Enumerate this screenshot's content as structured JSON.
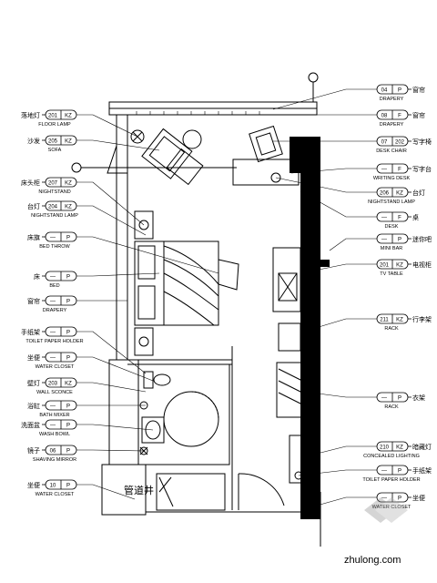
{
  "left_callouts": [
    {
      "cn": "落地灯",
      "code": "201",
      "suffix": "KZ",
      "en": "FLOOR LAMP"
    },
    {
      "cn": "沙发",
      "code": "205",
      "suffix": "KZ",
      "en": "SOFA"
    },
    {
      "cn": "床头柜",
      "code": "207",
      "suffix": "KZ",
      "en": "NIGHTSTAND"
    },
    {
      "cn": "台灯",
      "code": "204",
      "suffix": "KZ",
      "en": "NIGHTSTAND LAMP"
    },
    {
      "cn": "床旗",
      "code": "—",
      "suffix": "P",
      "en": "BED THROW"
    },
    {
      "cn": "床",
      "code": "—",
      "suffix": "P",
      "en": "BED"
    },
    {
      "cn": "窗帘",
      "code": "—",
      "suffix": "P",
      "en": "DRAPERY"
    },
    {
      "cn": "手纸架",
      "code": "—",
      "suffix": "P",
      "en": "TOILET PAPER HOLDER"
    },
    {
      "cn": "坐便",
      "code": "—",
      "suffix": "P",
      "en": "WATER CLOSET"
    },
    {
      "cn": "壁灯",
      "code": "203",
      "suffix": "KZ",
      "en": "WALL SCONCE"
    },
    {
      "cn": "浴缸",
      "code": "—",
      "suffix": "P",
      "en": "BATH MIXER"
    },
    {
      "cn": "洗面盆",
      "code": "—",
      "suffix": "P",
      "en": "WASH BOWL"
    },
    {
      "cn": "镜子",
      "code": "06",
      "suffix": "P",
      "en": "SHAVING MIRROR"
    },
    {
      "cn": "坐便",
      "code": "10",
      "suffix": "P",
      "en": "WATER CLOSET"
    }
  ],
  "right_callouts": [
    {
      "code": "04",
      "suffix": "P",
      "cn": "窗帘",
      "en": "DRAPERY"
    },
    {
      "code": "08",
      "suffix": "F",
      "cn": "窗帘",
      "en": "DRAPERY"
    },
    {
      "code": "07",
      "suffix": "202",
      "cn": "写字椅",
      "en": "DESK CHAIR"
    },
    {
      "code": "—",
      "suffix": "F",
      "cn": "写字台",
      "en": "WRITING DESK"
    },
    {
      "code": "206",
      "suffix": "KZ",
      "cn": "台灯",
      "en": "NIGHTSTAND LAMP"
    },
    {
      "code": "—",
      "suffix": "F",
      "cn": "桌",
      "en": "DESK"
    },
    {
      "code": "—",
      "suffix": "P",
      "cn": "迷你吧",
      "en": "MINI BAR"
    },
    {
      "code": "201",
      "suffix": "KZ",
      "cn": "电视柜",
      "en": "TV TABLE"
    },
    {
      "code": "211",
      "suffix": "KZ",
      "cn": "行李架",
      "en": "RACK"
    },
    {
      "code": "—",
      "suffix": "P",
      "cn": "衣架",
      "en": "RACK"
    },
    {
      "code": "210",
      "suffix": "KZ",
      "cn": "暗藏灯",
      "en": "CONCEALED LIGHTING"
    },
    {
      "code": "—",
      "suffix": "P",
      "cn": "手纸架",
      "en": "TOILET PAPER HOLDER"
    },
    {
      "code": "—",
      "suffix": "P",
      "cn": "坐便",
      "en": "WATER CLOSET"
    }
  ],
  "shaft_label": "管道井",
  "watermark": "zhulong.com"
}
